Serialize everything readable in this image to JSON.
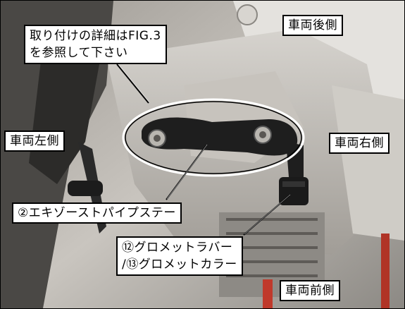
{
  "callouts": {
    "install_detail": [
      "取り付けの詳細はFIG.3",
      "を参照して下さい"
    ],
    "vehicle_rear": "車両後側",
    "vehicle_left": "車両左側",
    "vehicle_right": "車両右側",
    "exhaust_stay": "②エキゾーストパイプステー",
    "grommet": [
      "⑫グロメットラバー",
      "/⑬グロメットカラー"
    ],
    "vehicle_front": "車両前側"
  },
  "colors": {
    "engine": "#b8b4ae",
    "shadow": "#3a3a3a",
    "stay": "#1e1e1e",
    "highlight": "#e9e6e0",
    "accent_red": "#c0392b"
  }
}
